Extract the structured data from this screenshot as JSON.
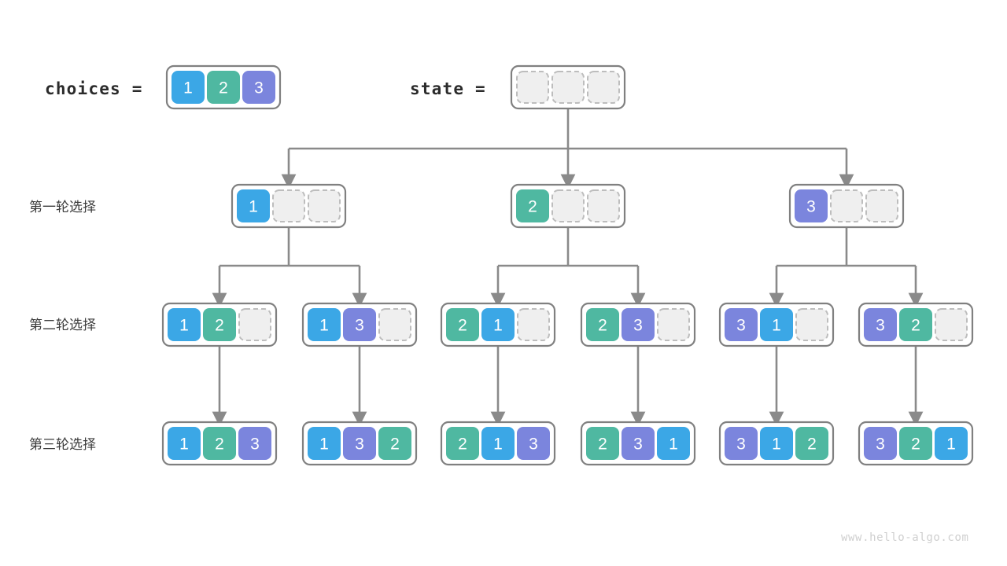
{
  "page": {
    "title": "Permutation backtracking tree",
    "watermark": "www.hello-algo.com",
    "background": "#ffffff"
  },
  "palette": {
    "value_1": "#3ba7e6",
    "value_2": "#4fb8a1",
    "value_3": "#7b85dd",
    "empty_fill": "#efefef",
    "empty_border": "#bdbdbd",
    "frame_border": "#808080",
    "edge": "#8a8a8a",
    "text_dark": "#2b2b2b",
    "watermark_color": "#cfcfcf"
  },
  "header": {
    "choices_label": "choices =",
    "choices_cells": [
      "1",
      "2",
      "3"
    ],
    "state_label": "state =",
    "state_cells": [
      "",
      "",
      ""
    ]
  },
  "row_labels": [
    {
      "text": "第一轮选择"
    },
    {
      "text": "第二轮选择"
    },
    {
      "text": "第三轮选择"
    }
  ],
  "levels": [
    {
      "name": "round-1",
      "nodes": [
        {
          "cells": [
            "1",
            "",
            ""
          ]
        },
        {
          "cells": [
            "2",
            "",
            ""
          ]
        },
        {
          "cells": [
            "3",
            "",
            ""
          ]
        }
      ]
    },
    {
      "name": "round-2",
      "nodes": [
        {
          "cells": [
            "1",
            "2",
            ""
          ]
        },
        {
          "cells": [
            "1",
            "3",
            ""
          ]
        },
        {
          "cells": [
            "2",
            "1",
            ""
          ]
        },
        {
          "cells": [
            "2",
            "3",
            ""
          ]
        },
        {
          "cells": [
            "3",
            "1",
            ""
          ]
        },
        {
          "cells": [
            "3",
            "2",
            ""
          ]
        }
      ]
    },
    {
      "name": "round-3",
      "nodes": [
        {
          "cells": [
            "1",
            "2",
            "3"
          ]
        },
        {
          "cells": [
            "1",
            "3",
            "2"
          ]
        },
        {
          "cells": [
            "2",
            "1",
            "3"
          ]
        },
        {
          "cells": [
            "2",
            "3",
            "1"
          ]
        },
        {
          "cells": [
            "3",
            "1",
            "2"
          ]
        },
        {
          "cells": [
            "3",
            "2",
            "1"
          ]
        }
      ]
    }
  ]
}
